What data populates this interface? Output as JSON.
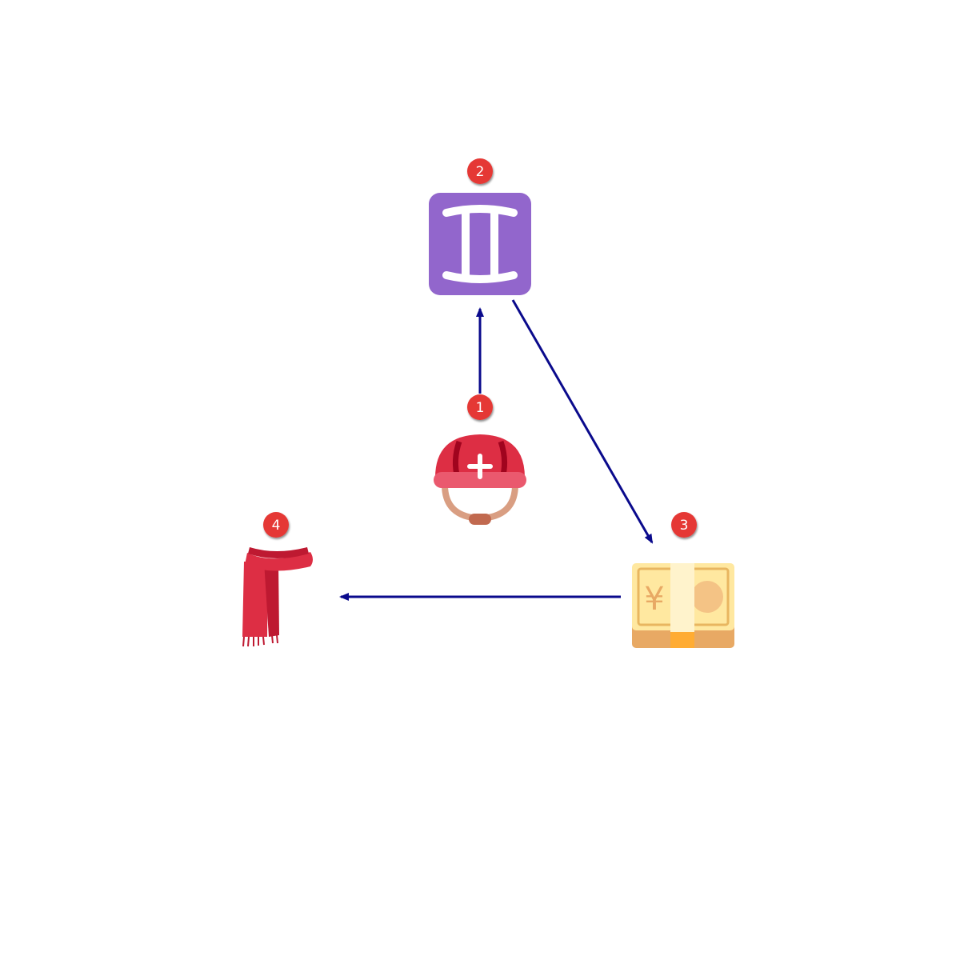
{
  "diagram": {
    "nodes": [
      {
        "id": "1",
        "badge": "1",
        "icon": "rescue-worker-helmet-icon"
      },
      {
        "id": "2",
        "badge": "2",
        "icon": "gemini-icon"
      },
      {
        "id": "3",
        "badge": "3",
        "icon": "yen-banknote-icon"
      },
      {
        "id": "4",
        "badge": "4",
        "icon": "scarf-icon"
      }
    ],
    "edges": [
      {
        "from": "1",
        "to": "2"
      },
      {
        "from": "2",
        "to": "3"
      },
      {
        "from": "3",
        "to": "4"
      }
    ],
    "colors": {
      "arrow": "#0a0a8c",
      "badge_fill": "#e53935",
      "badge_text": "#ffffff",
      "helmet_red": "#dd2e44",
      "gemini_purple": "#9266cc",
      "banknote_yellow": "#ffe8a0",
      "scarf_red": "#dd2e44"
    }
  }
}
